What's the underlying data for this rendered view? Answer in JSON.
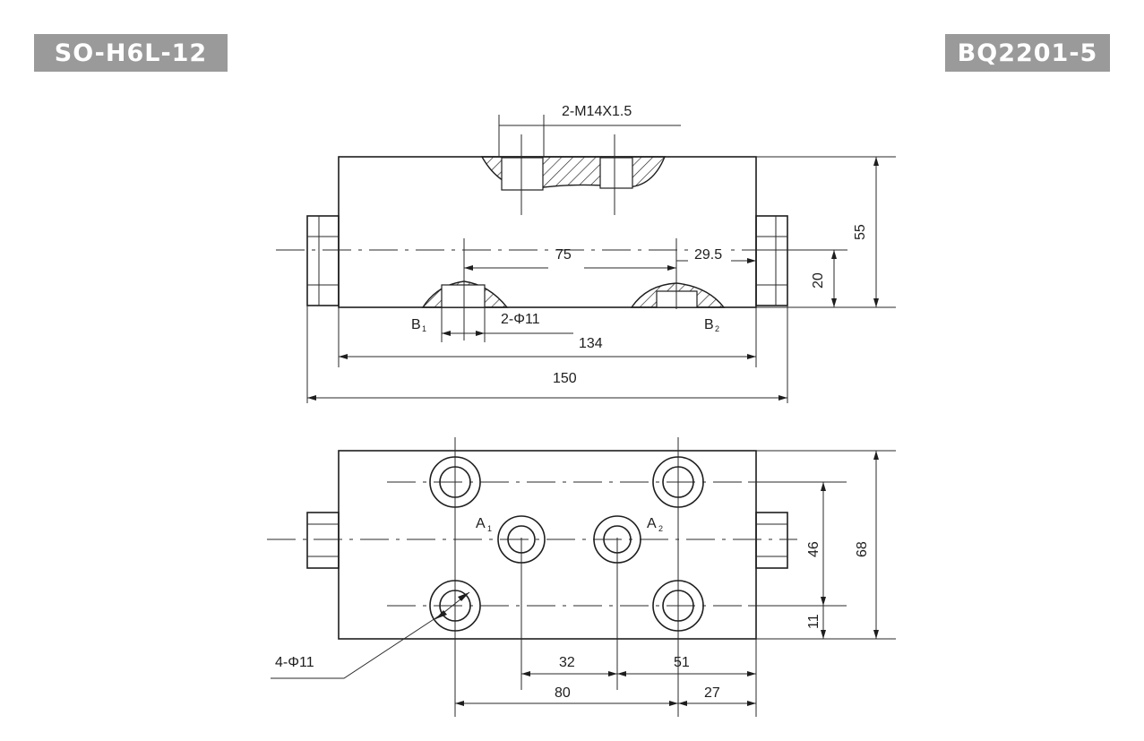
{
  "header": {
    "model_code": "SO-H6L-12",
    "part_code": "BQ2201-5"
  },
  "top_view": {
    "thread_label": "2-M14X1.5",
    "dim_75": "75",
    "dim_29_5": "29.5",
    "dim_20": "20",
    "dim_55": "55",
    "hole_label": "2-Φ11",
    "port_b1": "B",
    "port_b1_sub": "1",
    "port_b2": "B",
    "port_b2_sub": "2",
    "dim_134": "134",
    "dim_150": "150"
  },
  "bottom_view": {
    "port_a1": "A",
    "port_a1_sub": "1",
    "port_a2": "A",
    "port_a2_sub": "2",
    "dim_46": "46",
    "dim_68": "68",
    "dim_11": "11",
    "hole_label": "4-Φ11",
    "dim_32": "32",
    "dim_51": "51",
    "dim_80": "80",
    "dim_27": "27"
  },
  "colors": {
    "badge_bg": "#9a9a9a",
    "line": "#1e1e1e"
  }
}
